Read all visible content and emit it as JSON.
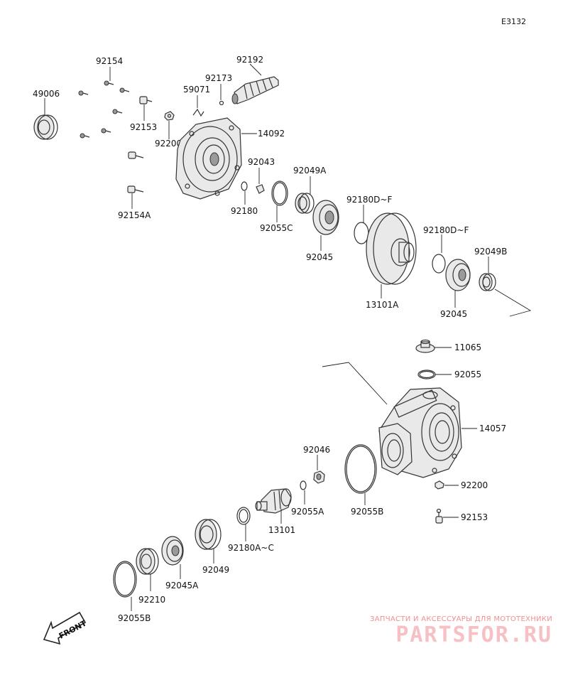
{
  "diagram": {
    "code": "E3132",
    "front_label": "FRONT"
  },
  "labels": {
    "p49006": "49006",
    "p92154": "92154",
    "p92153": "92153",
    "p92200_top": "92200",
    "p92154a": "92154A",
    "p59071": "59071",
    "p92173": "92173",
    "p92192": "92192",
    "p14092": "14092",
    "p92043": "92043",
    "p92180": "92180",
    "p92049a": "92049A",
    "p92055c": "92055C",
    "p92045_a": "92045",
    "p92180df_a": "92180D~F",
    "p13101a": "13101A",
    "p92180df_b": "92180D~F",
    "p92049b": "92049B",
    "p92045_b": "92045",
    "p11065": "11065",
    "p92055": "92055",
    "p14057": "14057",
    "p92200_bottom": "92200",
    "p92153_bottom": "92153",
    "p92046": "92046",
    "p92055a": "92055A",
    "p92055b_mid": "92055B",
    "p13101": "13101",
    "p92180ac": "92180A~C",
    "p92049": "92049",
    "p92045a": "92045A",
    "p92210": "92210",
    "p92055b_low": "92055B"
  },
  "watermark": {
    "caption": "ЗАПЧАСТИ И АКСЕССУАРЫ ДЛЯ МОТОТЕХНИКИ",
    "brand": "PARTSFOR.RU"
  }
}
